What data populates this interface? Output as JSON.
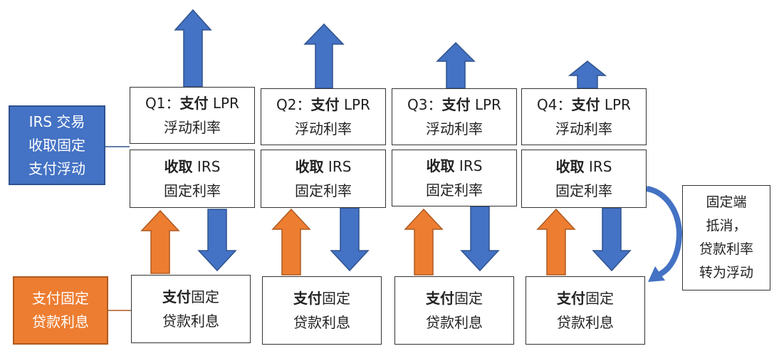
{
  "side_labels": {
    "irs": [
      "IRS 交易",
      "收取固定",
      "支付浮动"
    ],
    "loan": [
      "支付固定",
      "贷款利息"
    ]
  },
  "note": [
    "固定端",
    "抵消，",
    "贷款利率",
    "转为浮动"
  ],
  "quarters": [
    {
      "prefix": "Q1：",
      "pay": "支付",
      "index": " LPR",
      "float": "浮动利率",
      "recv": "收取",
      "irs": " IRS",
      "fixed": "固定利率",
      "loan_pay": "支付",
      "loan_fixed": "固定",
      "loan_interest": "贷款利息"
    },
    {
      "prefix": "Q2：",
      "pay": "支付",
      "index": " LPR",
      "float": "浮动利率",
      "recv": "收取",
      "irs": " IRS",
      "fixed": "固定利率",
      "loan_pay": "支付",
      "loan_fixed": "固定",
      "loan_interest": "贷款利息"
    },
    {
      "prefix": "Q3：",
      "pay": "支付",
      "index": " LPR",
      "float": "浮动利率",
      "recv": "收取",
      "irs": " IRS",
      "fixed": "固定利率",
      "loan_pay": "支付",
      "loan_fixed": "固定",
      "loan_interest": "贷款利息"
    },
    {
      "prefix": "Q4：",
      "pay": "支付",
      "index": " LPR",
      "float": "浮动利率",
      "recv": "收取",
      "irs": " IRS",
      "fixed": "固定利率",
      "loan_pay": "支付",
      "loan_fixed": "固定",
      "loan_interest": "贷款利息"
    }
  ],
  "colors": {
    "blue": "#4472c4",
    "blue_border": "#2f528f",
    "orange": "#ed7d31",
    "orange_border": "#ae5a21"
  }
}
